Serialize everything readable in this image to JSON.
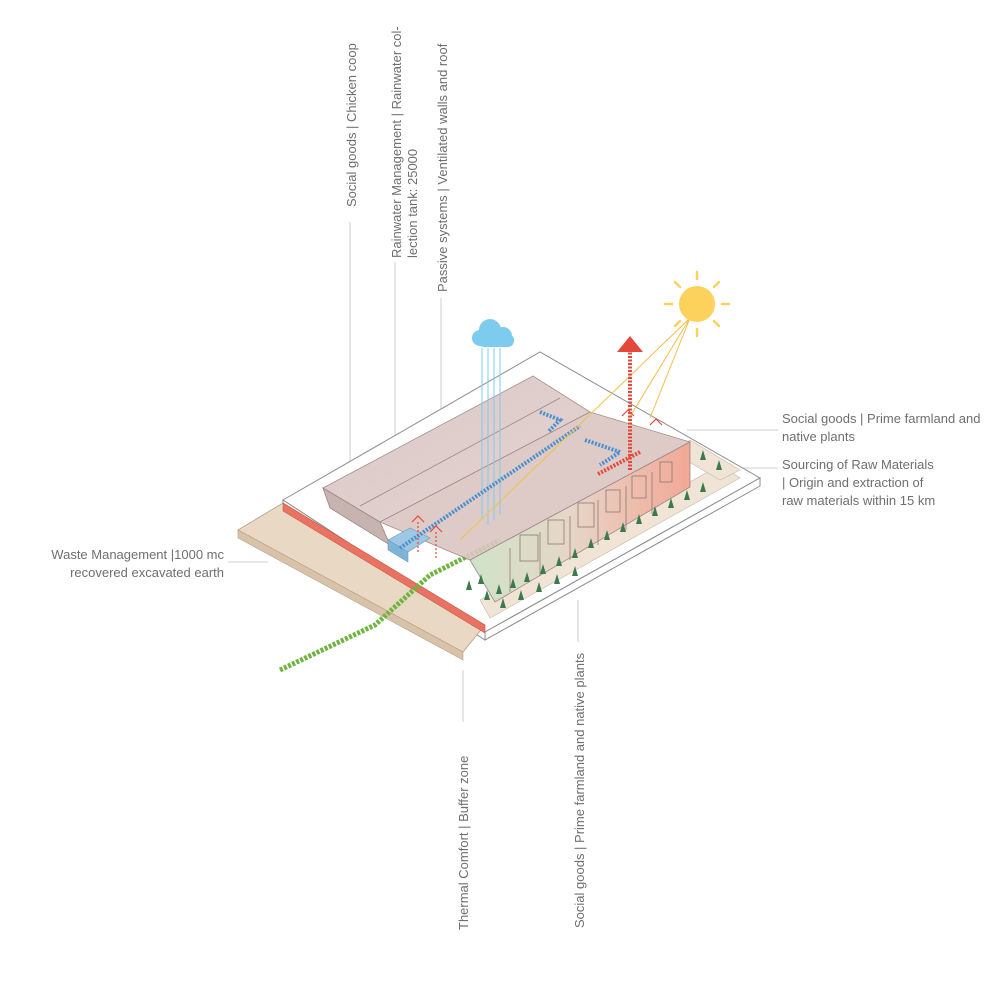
{
  "labels": {
    "chicken_coop": "Social goods | Chicken coop",
    "rainwater_line1": "Rainwater Management | Rainwater col-",
    "rainwater_line2": "lection tank: 25000",
    "passive": "Passive systems | Ventilated walls and roof",
    "prime_farmland_top_line1": "Social goods | Prime farmland and",
    "prime_farmland_top_line2": "native plants",
    "raw_materials_line1": "Sourcing of Raw Materials",
    "raw_materials_line2": "| Origin and extraction of",
    "raw_materials_line3": "raw materials within 15 km",
    "waste_line1": "Waste Management |1000 mc",
    "waste_line2": "recovered excavated earth",
    "thermal": "Thermal Comfort | Buffer zone",
    "prime_farmland_bottom": "Social goods | Prime farmland and native plants"
  },
  "icons": [
    "sun-icon",
    "cloud-icon",
    "heat-arrow-icon",
    "tree-icon"
  ],
  "colors": {
    "sun": "#fcd15c",
    "cloud": "#7ecbf0",
    "heat": "#e4483a",
    "green_path": "#6fb43f",
    "earth": "#e9d8c4",
    "red_strip": "#ea7263",
    "roof": "#d9c5c2",
    "facade_green": "#cfe3c8",
    "facade_red": "#f3b9a9",
    "leader_line": "#cfcfcf"
  }
}
